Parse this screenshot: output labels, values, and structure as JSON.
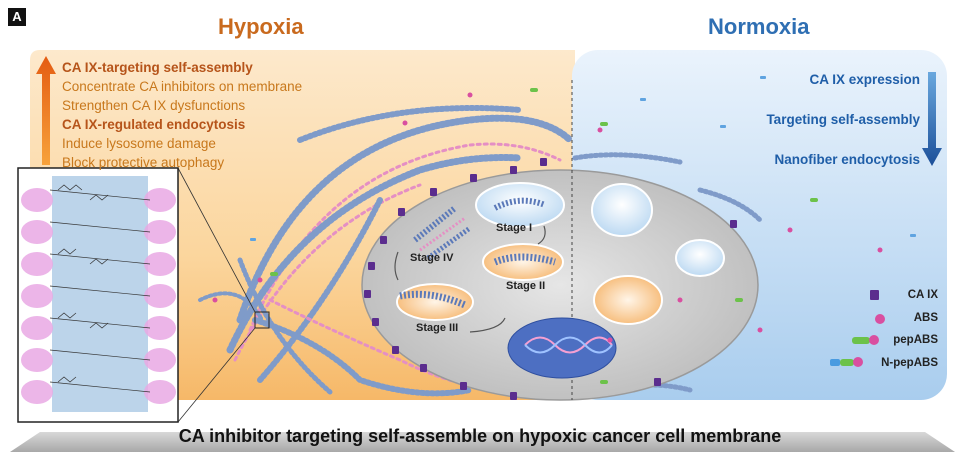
{
  "panel_label": "A",
  "headers": {
    "hypoxia": "Hypoxia",
    "normoxia": "Normoxia"
  },
  "hypoxia_list": [
    {
      "text": "CA IX-targeting self-assembly",
      "bold": true
    },
    {
      "text": "Concentrate CA inhibitors on membrane",
      "bold": false
    },
    {
      "text": "Strengthen CA IX dysfunctions",
      "bold": false
    },
    {
      "text": "CA IX-regulated endocytosis",
      "bold": true
    },
    {
      "text": "Induce lysosome damage",
      "bold": false
    },
    {
      "text": "Block protective autophagy",
      "bold": false
    }
  ],
  "normoxia_list": [
    "CA IX expression",
    "Targeting self-assembly",
    "Nanofiber endocytosis"
  ],
  "stages": {
    "stage1": "Stage I",
    "stage2": "Stage II",
    "stage3": "Stage III",
    "stage4": "Stage IV"
  },
  "legend": [
    {
      "label": "CA IX",
      "icon": "caix-icon"
    },
    {
      "label": "ABS",
      "icon": "abs-icon"
    },
    {
      "label": "pepABS",
      "icon": "pepabs-icon"
    },
    {
      "label": "N-pepABS",
      "icon": "n-pepabs-icon"
    }
  ],
  "colors": {
    "hypoxia_orange": "#f2a54a",
    "normoxia_blue": "#6aa8de",
    "caix_purple": "#5b2d8e",
    "abs_pink": "#d94fa0"
  },
  "caption": "CA inhibitor targeting self-assemble on hypoxic cancer cell membrane"
}
